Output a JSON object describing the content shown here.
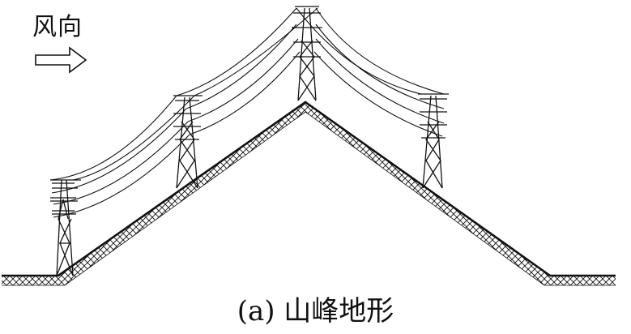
{
  "wind": {
    "label": "风向",
    "arrow_icon": "right-hollow-arrow-icon"
  },
  "caption": "(a) 山峰地形",
  "terrain": {
    "type": "mountain-peak",
    "tower_count": 4
  },
  "colors": {
    "line": "#111111",
    "background": "#ffffff"
  }
}
